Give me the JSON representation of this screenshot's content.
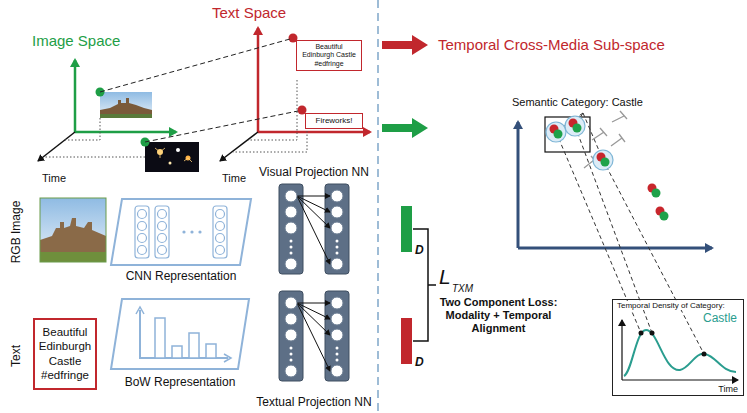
{
  "diagram": {
    "nodes": [
      {
        "text": [
          "Beautiful Edinburgh Castle #edfringe"
        ]
      },
      {
        "text": [
          "Fireworks!"
        ]
      },
      {
        "text": [
          "CNN Representation"
        ]
      },
      {
        "text": [
          "Visual Projection NN"
        ]
      },
      {
        "text": [
          "Beautiful Edinburgh Castle #edfringe"
        ]
      },
      {
        "text": [
          "BoW Representation"
        ]
      },
      {
        "text": [
          "Textual Projection NN"
        ]
      },
      {
        "text": [
          "D"
        ]
      },
      {
        "text": [
          "D"
        ]
      },
      {
        "text": [
          "Temporal Density of Category:",
          "Castle",
          "Time"
        ]
      }
    ],
    "labels": [
      "Image Space",
      "Text Space",
      "Time",
      "Time",
      "Temporal Cross-Media Sub-space",
      "Semantic Category: Castle",
      "RGB Image",
      "Text",
      "L",
      "TXM",
      "Two Component Loss: Modality + Temporal Alignment"
    ]
  }
}
